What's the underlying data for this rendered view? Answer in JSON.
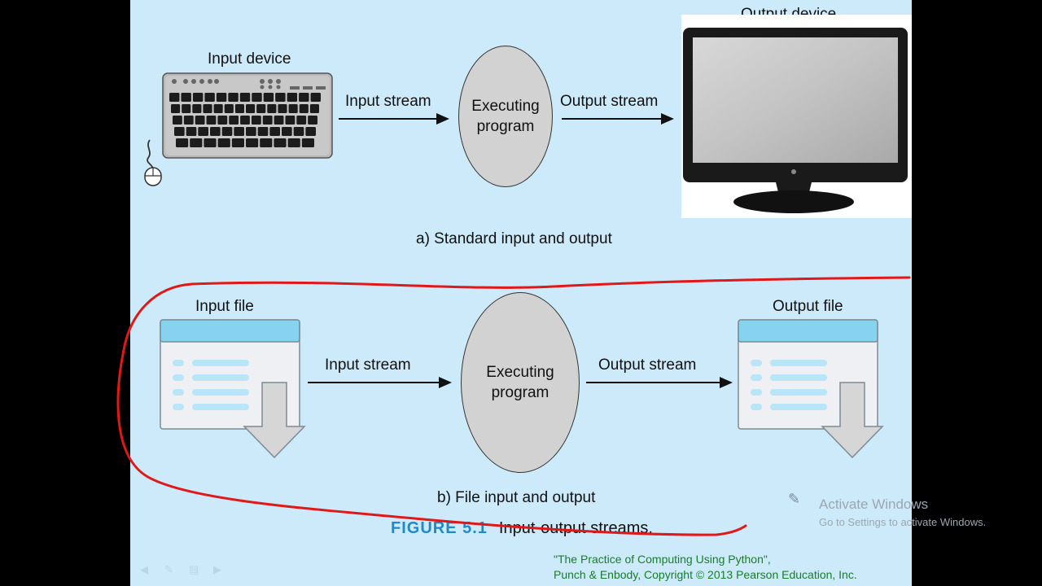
{
  "part_a": {
    "input_device_label": "Input device",
    "input_stream_label": "Input stream",
    "program_line1": "Executing",
    "program_line2": "program",
    "output_stream_label": "Output stream",
    "output_device_label": "Output device",
    "caption": "a) Standard input and output"
  },
  "part_b": {
    "input_file_label": "Input file",
    "input_stream_label": "Input stream",
    "program_line1": "Executing",
    "program_line2": "program",
    "output_stream_label": "Output stream",
    "output_file_label": "Output file",
    "caption": "b) File input and output"
  },
  "figure": {
    "number": "FIGURE 5.1",
    "title": "Input-output streams."
  },
  "credit": {
    "line1": "\"The Practice of Computing Using Python\",",
    "line2": "Punch & Enbody, Copyright © 2013 Pearson Education, Inc."
  },
  "watermark": {
    "line1": "Activate Windows",
    "line2": "Go to Settings to activate Windows."
  },
  "colors": {
    "slide_background": "#cdeafa",
    "annotation_red": "#e01818",
    "figure_number_blue": "#1f8ac6",
    "credit_green": "#187d2b",
    "file_header_blue": "#86d2f0"
  },
  "icons": [
    "keyboard-icon",
    "mouse-icon",
    "monitor-icon",
    "input-file-icon",
    "output-file-icon",
    "pen-icon"
  ]
}
